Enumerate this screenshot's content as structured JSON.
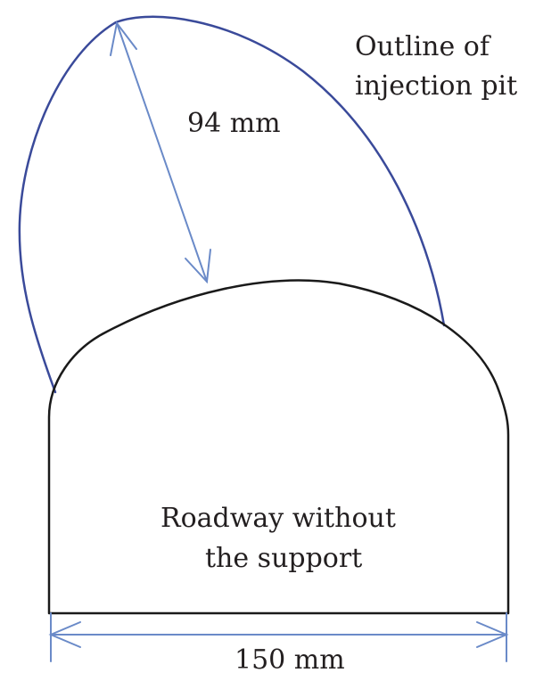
{
  "labels": {
    "pit_outline_line1": "Outline of",
    "pit_outline_line2": "injection pit",
    "pit_depth": "94 mm",
    "roadway_line1": "Roadway without",
    "roadway_line2": "the support",
    "roadway_width": "150 mm"
  },
  "colors": {
    "pit_outline": "#3a4a9a",
    "roadway_outline": "#1a1a1a",
    "dimension_arrow": "#6a8ac8",
    "text": "#231f20"
  }
}
